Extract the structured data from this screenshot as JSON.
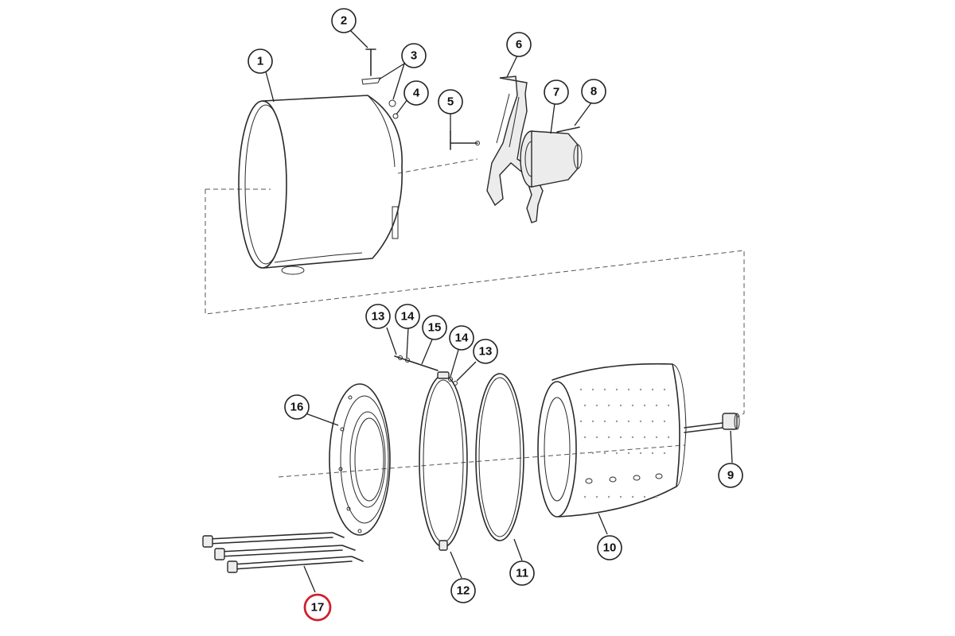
{
  "diagram": {
    "callouts": [
      {
        "id": "c1",
        "label": "1",
        "highlight": false
      },
      {
        "id": "c2",
        "label": "2",
        "highlight": false
      },
      {
        "id": "c3",
        "label": "3",
        "highlight": false
      },
      {
        "id": "c4",
        "label": "4",
        "highlight": false
      },
      {
        "id": "c5",
        "label": "5",
        "highlight": false
      },
      {
        "id": "c6",
        "label": "6",
        "highlight": false
      },
      {
        "id": "c7",
        "label": "7",
        "highlight": false
      },
      {
        "id": "c8",
        "label": "8",
        "highlight": false
      },
      {
        "id": "c9",
        "label": "9",
        "highlight": false
      },
      {
        "id": "c10",
        "label": "10",
        "highlight": false
      },
      {
        "id": "c11",
        "label": "11",
        "highlight": false
      },
      {
        "id": "c12",
        "label": "12",
        "highlight": false
      },
      {
        "id": "c13a",
        "label": "13",
        "highlight": false
      },
      {
        "id": "c13b",
        "label": "13",
        "highlight": false
      },
      {
        "id": "c14a",
        "label": "14",
        "highlight": false
      },
      {
        "id": "c14b",
        "label": "14",
        "highlight": false
      },
      {
        "id": "c15",
        "label": "15",
        "highlight": false
      },
      {
        "id": "c16",
        "label": "16",
        "highlight": false
      },
      {
        "id": "c17",
        "label": "17",
        "highlight": true
      }
    ],
    "highlight_color": "#d0202a"
  }
}
